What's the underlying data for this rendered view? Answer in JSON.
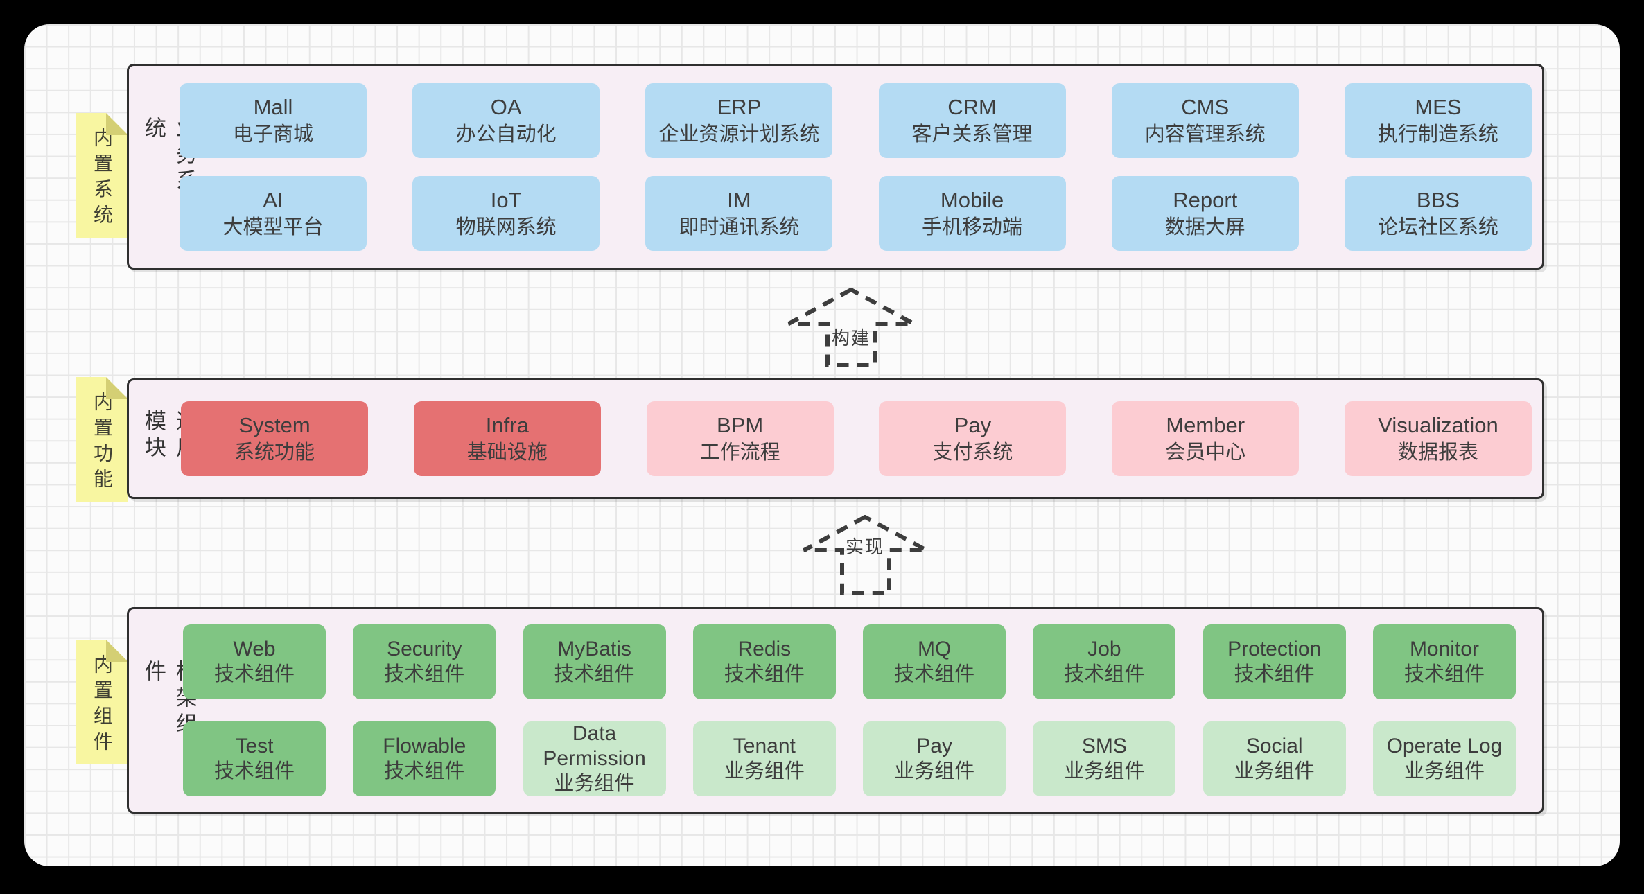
{
  "business": {
    "sticky": "内置系统",
    "label": "业务系统",
    "row1": [
      {
        "name": "Mall",
        "desc": "电子商城"
      },
      {
        "name": "OA",
        "desc": "办公自动化"
      },
      {
        "name": "ERP",
        "desc": "企业资源计划系统"
      },
      {
        "name": "CRM",
        "desc": "客户关系管理"
      },
      {
        "name": "CMS",
        "desc": "内容管理系统"
      },
      {
        "name": "MES",
        "desc": "执行制造系统"
      }
    ],
    "row2": [
      {
        "name": "AI",
        "desc": "大模型平台"
      },
      {
        "name": "IoT",
        "desc": "物联网系统"
      },
      {
        "name": "IM",
        "desc": "即时通讯系统"
      },
      {
        "name": "Mobile",
        "desc": "手机移动端"
      },
      {
        "name": "Report",
        "desc": "数据大屏"
      },
      {
        "name": "BBS",
        "desc": "论坛社区系统"
      }
    ]
  },
  "arrows": {
    "build": "构建",
    "implement": "实现"
  },
  "modules": {
    "sticky": "内置功能",
    "label": "通用模块",
    "row1": [
      {
        "name": "System",
        "desc": "系统功能"
      },
      {
        "name": "Infra",
        "desc": "基础设施"
      },
      {
        "name": "BPM",
        "desc": "工作流程"
      },
      {
        "name": "Pay",
        "desc": "支付系统"
      },
      {
        "name": "Member",
        "desc": "会员中心"
      },
      {
        "name": "Visualization",
        "desc": "数据报表"
      }
    ]
  },
  "components": {
    "sticky": "内置组件",
    "label": "框架组件",
    "row1": [
      {
        "name": "Web",
        "desc": "技术组件"
      },
      {
        "name": "Security",
        "desc": "技术组件"
      },
      {
        "name": "MyBatis",
        "desc": "技术组件"
      },
      {
        "name": "Redis",
        "desc": "技术组件"
      },
      {
        "name": "MQ",
        "desc": "技术组件"
      },
      {
        "name": "Job",
        "desc": "技术组件"
      },
      {
        "name": "Protection",
        "desc": "技术组件"
      },
      {
        "name": "Monitor",
        "desc": "技术组件"
      }
    ],
    "row2": [
      {
        "name": "Test",
        "desc": "技术组件"
      },
      {
        "name": "Flowable",
        "desc": "技术组件"
      },
      {
        "name": "Data Permission",
        "desc": "业务组件"
      },
      {
        "name": "Tenant",
        "desc": "业务组件"
      },
      {
        "name": "Pay",
        "desc": "业务组件"
      },
      {
        "name": "SMS",
        "desc": "业务组件"
      },
      {
        "name": "Social",
        "desc": "业务组件"
      },
      {
        "name": "Operate Log",
        "desc": "业务组件"
      }
    ]
  },
  "colors": {
    "blue": "#b4dbf3",
    "redDark": "#e57172",
    "redLight": "#fcccd2",
    "greenDark": "#80c583",
    "greenLight": "#c9e8cb",
    "sticky": "#f8f6a1",
    "stickyFold": "#d4cf74",
    "groupBg": "#f7eef5",
    "ink": "#2f2f2f",
    "text": "#3d3d3d"
  }
}
